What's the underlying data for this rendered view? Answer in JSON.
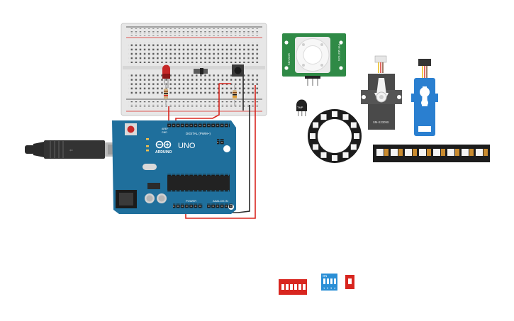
{
  "colors": {
    "arduino_blue": "#1f6f9c",
    "breadboard": "#e9e9e9",
    "wire_red": "#d8261f",
    "wire_black": "#2b2b2b",
    "pcb_green": "#2f8a46",
    "switch_red": "#d8261f",
    "dip_blue": "#2a8fd6",
    "led_red": "#c62828"
  },
  "arduino": {
    "brand": "ARDUINO",
    "model": "UNO",
    "header_digital": "DIGITAL (PWM~)",
    "header_power": "POWER",
    "header_analog": "ANALOG IN"
  },
  "pir": {
    "label_left": "SENSOR",
    "label_right": "PIR MOTION"
  },
  "temp_sensor": {
    "label": "TMP"
  },
  "servo_small": {
    "label": "SM-S2309S"
  },
  "dip_switch": {
    "on_label": "ON",
    "numbers": [
      "1",
      "2",
      "3",
      "4"
    ]
  },
  "components": [
    {
      "name": "breadboard",
      "icon": "breadboard-icon"
    },
    {
      "name": "arduino-uno",
      "icon": "arduino-board-icon"
    },
    {
      "name": "usb-cable",
      "icon": "usb-cable-icon"
    },
    {
      "name": "led",
      "icon": "led-icon"
    },
    {
      "name": "resistor",
      "icon": "resistor-icon"
    },
    {
      "name": "pushbutton",
      "icon": "pushbutton-icon"
    },
    {
      "name": "slide-switch",
      "icon": "slide-switch-icon"
    },
    {
      "name": "pir-sensor",
      "icon": "pir-sensor-icon"
    },
    {
      "name": "tmp-sensor",
      "icon": "tmp-sensor-icon"
    },
    {
      "name": "servo-gray",
      "icon": "servo-icon"
    },
    {
      "name": "servo-blue",
      "icon": "servo-icon"
    },
    {
      "name": "neopixel-ring",
      "icon": "neopixel-ring-icon"
    },
    {
      "name": "neopixel-strip",
      "icon": "neopixel-strip-icon"
    },
    {
      "name": "dip-switch-red",
      "icon": "dip-switch-icon"
    },
    {
      "name": "dip-switch-blue",
      "icon": "dip-switch-icon"
    },
    {
      "name": "slide-switch-red",
      "icon": "slide-switch-icon"
    }
  ]
}
